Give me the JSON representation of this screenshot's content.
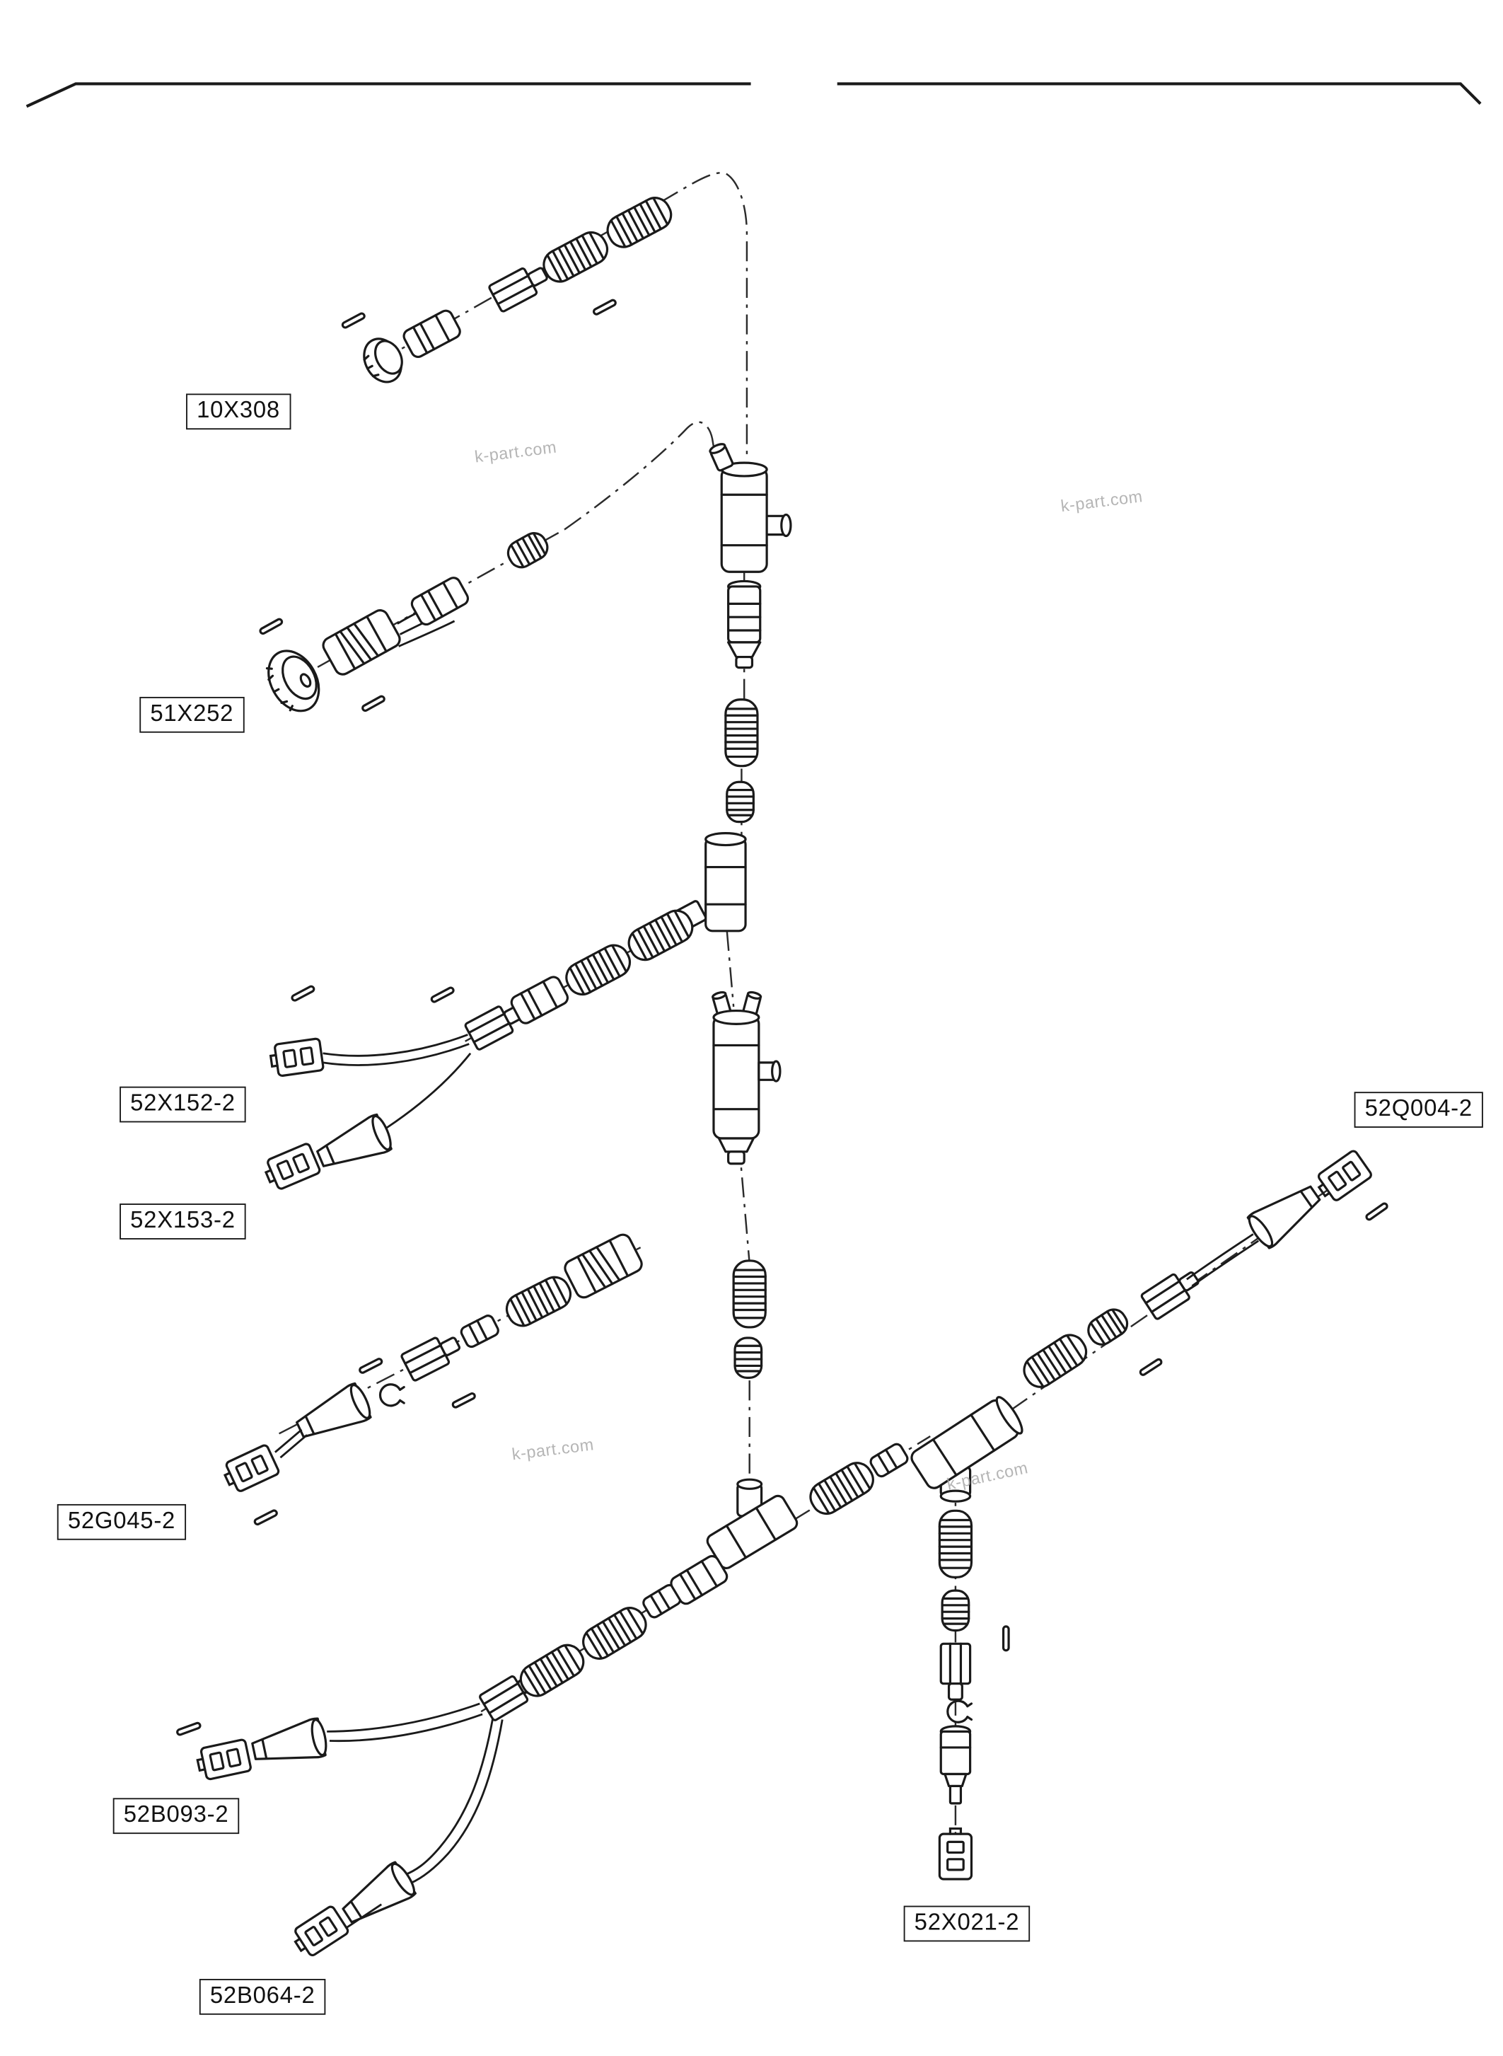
{
  "page": {
    "background": "#ffffff",
    "line_color": "#1a1a1a",
    "centerline_color": "#2b2b2b",
    "watermark_color": "#a9a9a9"
  },
  "labels": [
    {
      "id": "10X308",
      "text": "10X308"
    },
    {
      "id": "51X252",
      "text": "51X252"
    },
    {
      "id": "52X152-2",
      "text": "52X152-2"
    },
    {
      "id": "52X153-2",
      "text": "52X153-2"
    },
    {
      "id": "52G045-2",
      "text": "52G045-2"
    },
    {
      "id": "52B093-2",
      "text": "52B093-2"
    },
    {
      "id": "52B064-2",
      "text": "52B064-2"
    },
    {
      "id": "52X021-2",
      "text": "52X021-2"
    },
    {
      "id": "52Q004-2",
      "text": "52Q004-2"
    }
  ],
  "watermarks": [
    {
      "text": "k-part.com"
    },
    {
      "text": "k-part.com"
    },
    {
      "text": "k-part.com"
    },
    {
      "text": "k-part.com"
    }
  ]
}
